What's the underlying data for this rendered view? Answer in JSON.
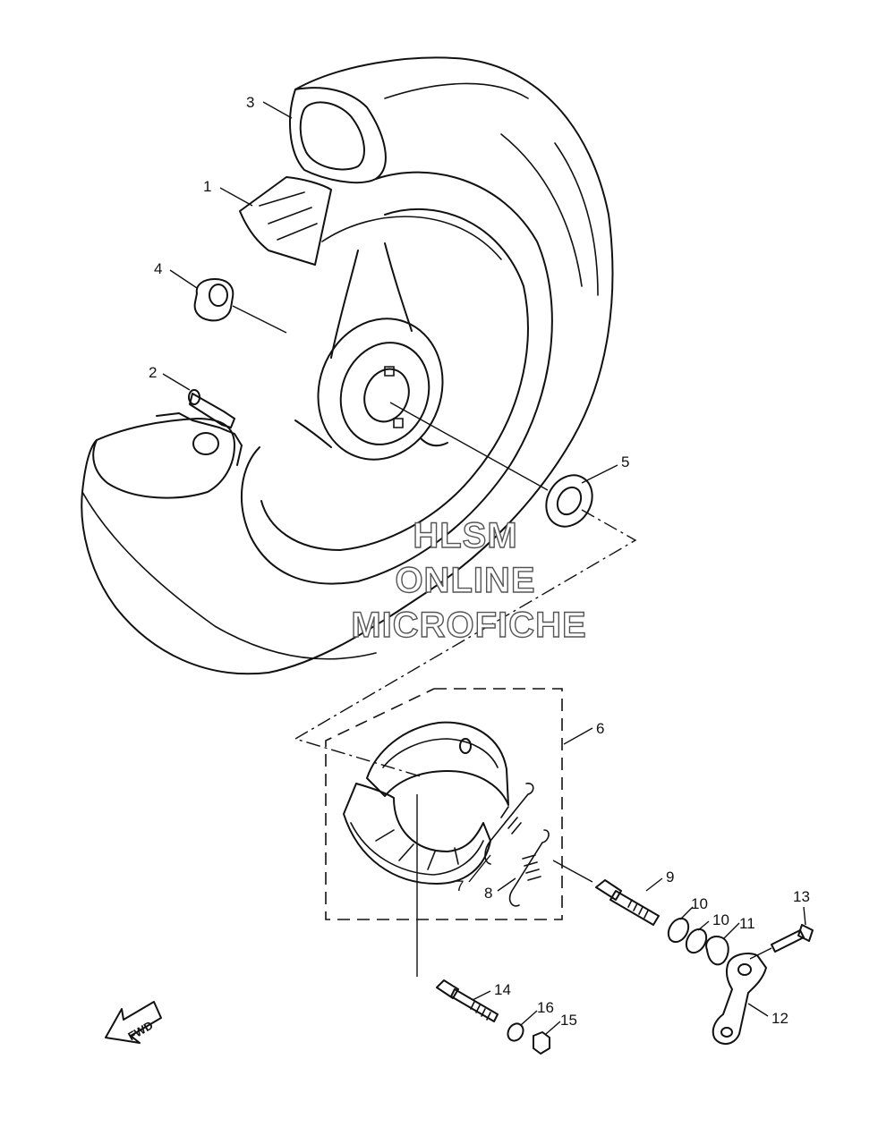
{
  "watermark": {
    "line1": "HLSM",
    "line2": "ONLINE",
    "line3": "MICROFICHE"
  },
  "direction_label": "FWD",
  "callouts": {
    "c1": "1",
    "c2": "2",
    "c3": "3",
    "c4": "4",
    "c5": "5",
    "c6": "6",
    "c7": "7",
    "c8": "8",
    "c9": "9",
    "c10a": "10",
    "c10b": "10",
    "c11": "11",
    "c12": "12",
    "c13": "13",
    "c14": "14",
    "c15": "15",
    "c16": "16"
  }
}
